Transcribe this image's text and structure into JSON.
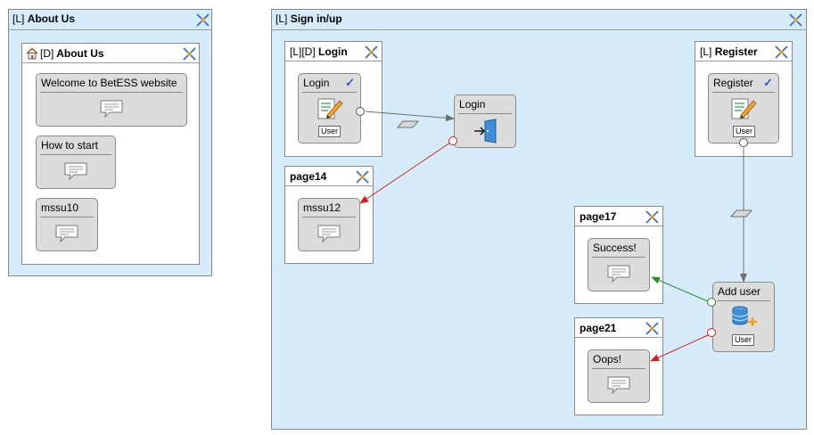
{
  "areas": {
    "about": {
      "prefix": "[L]",
      "title": "About Us"
    },
    "signin": {
      "prefix": "[L]",
      "title": "Sign in/up"
    }
  },
  "pages": {
    "about_inner": {
      "prefix": "[D]",
      "title": "About Us"
    },
    "login": {
      "prefix": "[L][D]",
      "title": "Login"
    },
    "page14": {
      "prefix": "",
      "title": "page14"
    },
    "register": {
      "prefix": "[L]",
      "title": "Register"
    },
    "page17": {
      "prefix": "",
      "title": "page17"
    },
    "page21": {
      "prefix": "",
      "title": "page21"
    }
  },
  "units": {
    "welcome": "Welcome to BetESS website",
    "how_to_start": "How to start",
    "mssu10": "mssu10",
    "login_form": "Login",
    "mssu12": "mssu12",
    "login_op": "Login",
    "register_form": "Register",
    "success": "Success!",
    "add_user": "Add user",
    "oops": "Oops!"
  },
  "tags": {
    "user": "User"
  },
  "icons": {
    "layout": "layout-toggle-icon",
    "home": "home-icon",
    "message": "message-bubble-icon",
    "form": "form-pencil-icon",
    "check": "checkmark-icon",
    "login": "login-door-icon",
    "database": "database-add-icon"
  },
  "colors": {
    "area_bg": "#d6ecfa",
    "unit_bg": "#dcdcdc",
    "ok_flow": "#2e8b2e",
    "ko_flow": "#d62020",
    "flow": "#707070"
  }
}
